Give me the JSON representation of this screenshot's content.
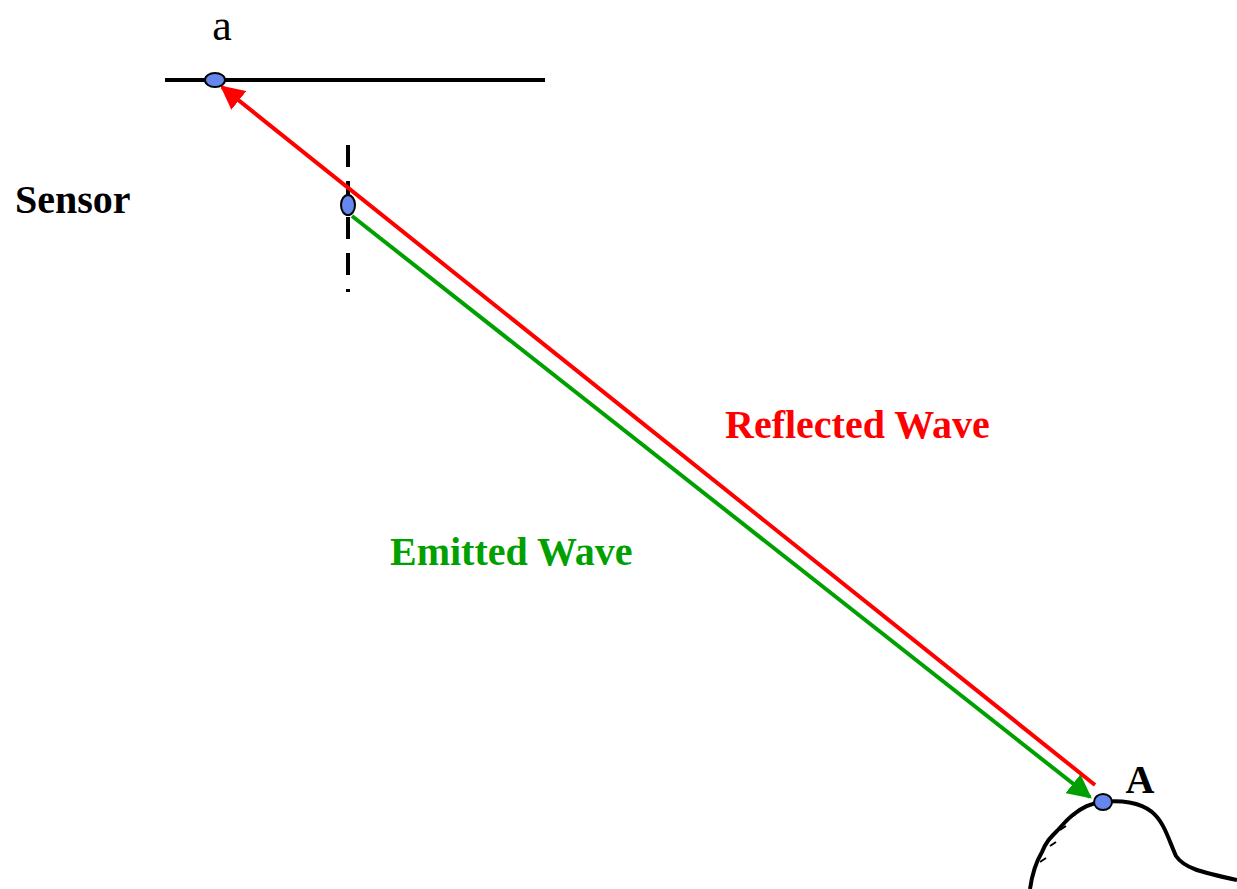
{
  "diagram": {
    "labels": [
      "a",
      "Sensor",
      "Reflected Wave",
      "Emitted Wave",
      "A"
    ]
  }
}
